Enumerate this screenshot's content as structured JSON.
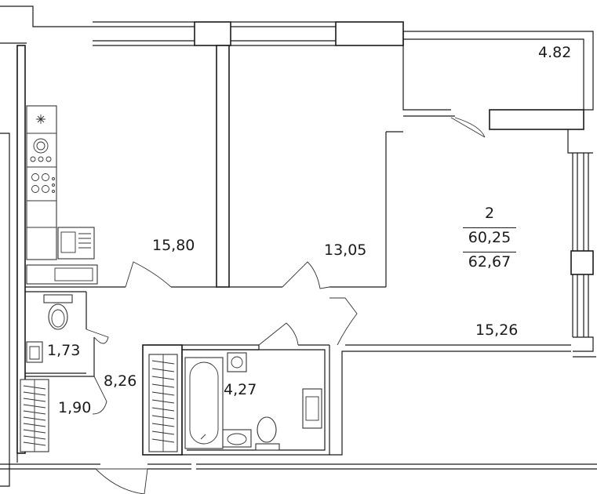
{
  "plan": {
    "rooms": {
      "room_main": "15,80",
      "room_second": "13,05",
      "balcony": "4.82",
      "living": "15,26",
      "toilet": "1,73",
      "hall": "8,26",
      "closet": "1,90",
      "bathroom": "4,27"
    },
    "summary": {
      "rooms_count": "2",
      "living_area": "60,25",
      "total_area": "62,67"
    }
  }
}
